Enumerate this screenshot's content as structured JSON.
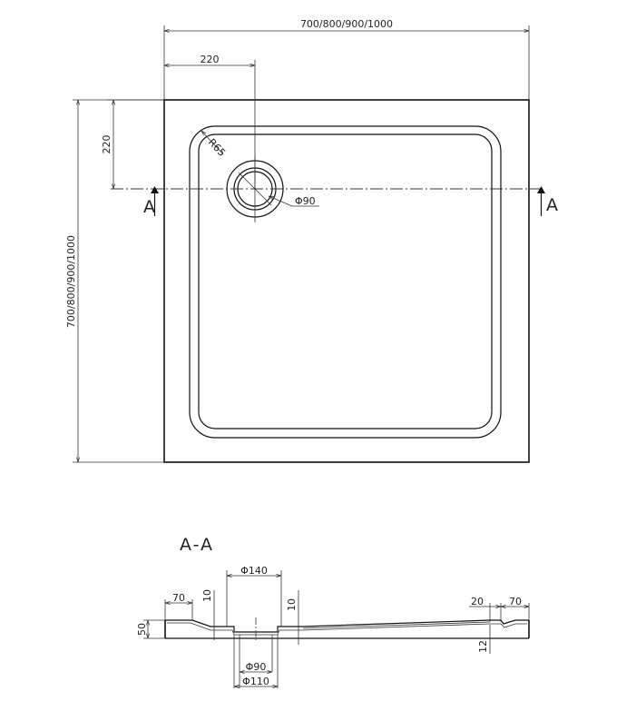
{
  "plan": {
    "overall_width": "700/800/900/1000",
    "overall_length": "700/800/900/1000",
    "drain_offset_x": "220",
    "drain_offset_y": "220",
    "corner_radius": "R65",
    "drain_diameter": "Φ90",
    "section_marker_left": "A",
    "section_marker_right": "A"
  },
  "section": {
    "title": "A-A",
    "top_diameter": "Φ140",
    "rim_left": "70",
    "rim_right": "70",
    "step_left": "10",
    "step_right": "10",
    "height": "50",
    "lip_right": "20",
    "thickness_right": "12",
    "bottom_diameter_inner": "Φ90",
    "bottom_diameter_outer": "Φ110"
  }
}
